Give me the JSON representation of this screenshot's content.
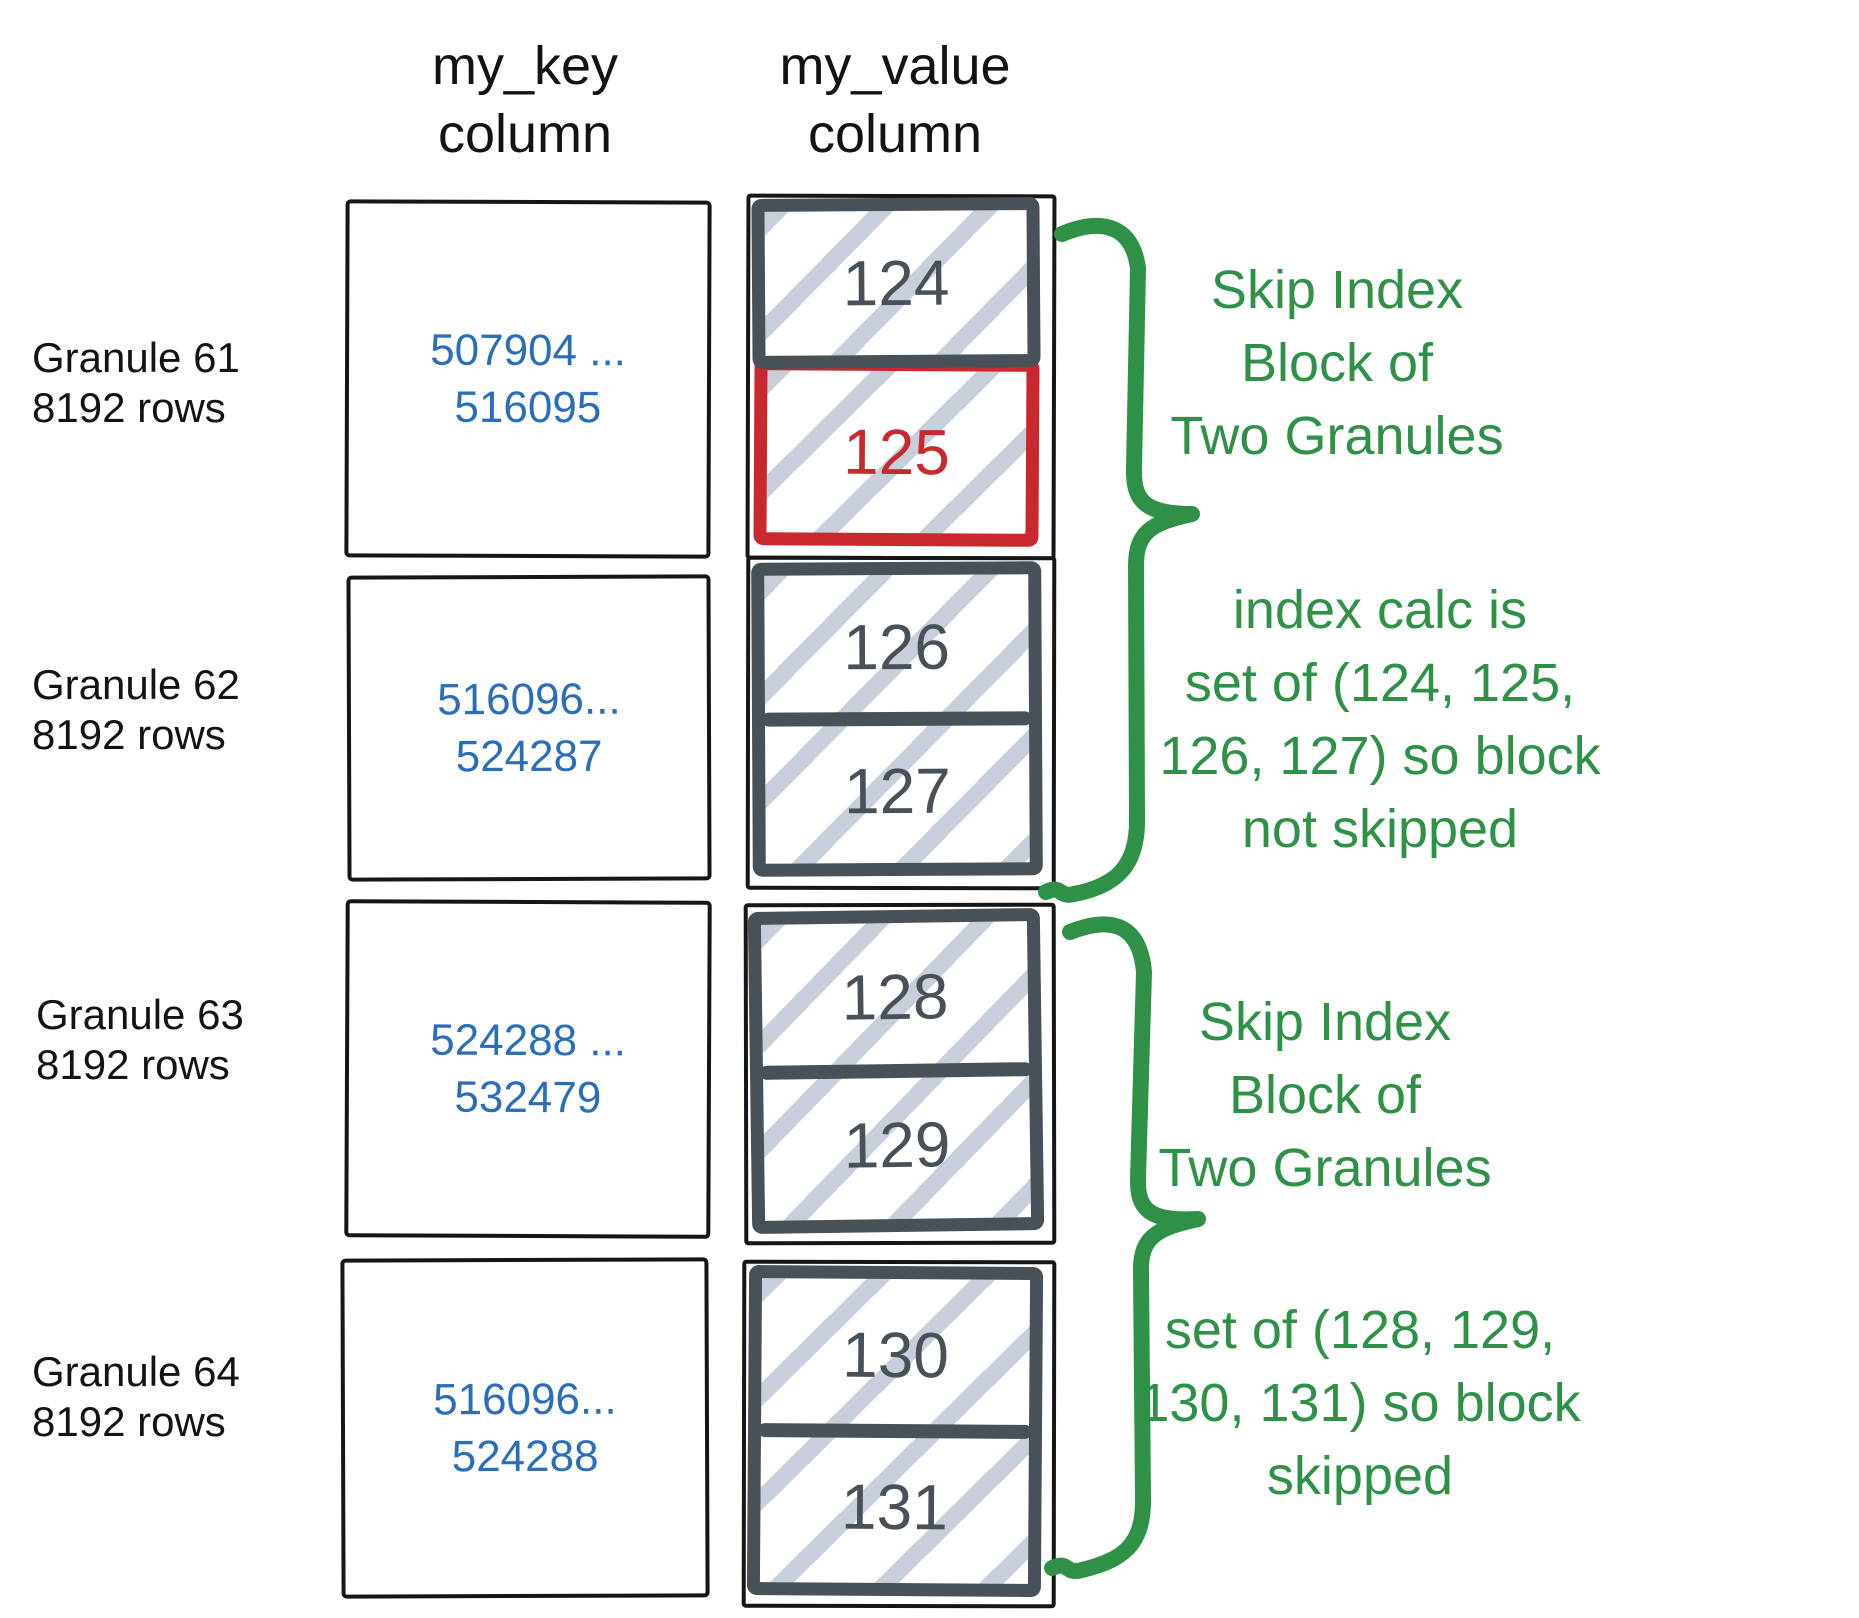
{
  "diagram": {
    "headers": {
      "key": [
        "my_key",
        "column"
      ],
      "value": [
        "my_value",
        "column"
      ]
    },
    "granules": [
      {
        "label1": "Granule 61",
        "label2": "8192 rows",
        "key1": "507904 ...",
        "key2": "516095",
        "val1": "124",
        "val2": "125"
      },
      {
        "label1": "Granule 62",
        "label2": "8192 rows",
        "key1": "516096...",
        "key2": "524287",
        "val1": "126",
        "val2": "127"
      },
      {
        "label1": "Granule 63",
        "label2": "8192 rows",
        "key1": "524288 ...",
        "key2": "532479",
        "val1": "128",
        "val2": "129"
      },
      {
        "label1": "Granule 64",
        "label2": "8192 rows",
        "key1": "516096...",
        "key2": "524288",
        "val1": "130",
        "val2": "131"
      }
    ],
    "annotations": {
      "skip1": [
        "Skip Index",
        "Block of",
        "Two Granules"
      ],
      "calc1": [
        "index calc is",
        "set of (124, 125,",
        "126, 127) so block",
        "not skipped"
      ],
      "skip2": [
        "Skip Index",
        "Block of",
        "Two Granules"
      ],
      "calc2": [
        "set of (128, 129,",
        "130, 131) so block",
        "skipped"
      ]
    },
    "colors": {
      "green": "#2f9148",
      "red": "#c9282e",
      "slate": "#485058",
      "blue": "#2a6db8",
      "hatch_gray": "#c9cfda"
    }
  }
}
